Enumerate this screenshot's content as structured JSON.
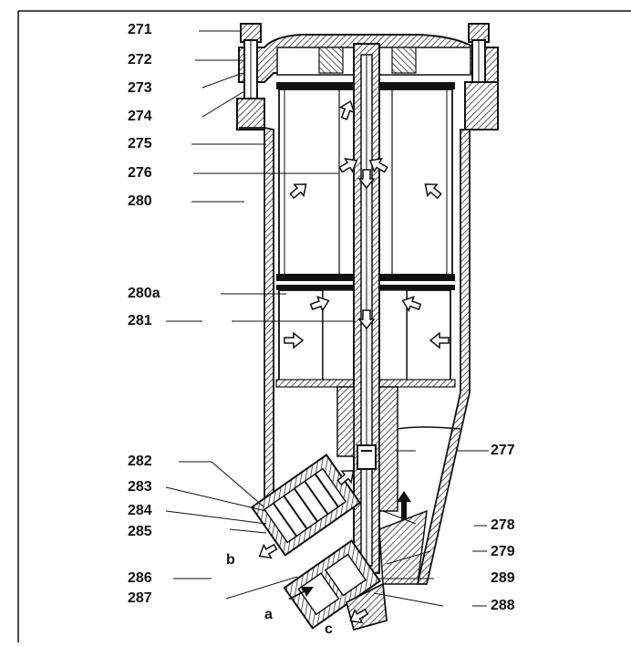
{
  "colors": {
    "ink": "#111111",
    "paper": "#ffffff",
    "hatch": "#333333"
  },
  "diagram": {
    "labels": [
      "271",
      "272",
      "273",
      "274",
      "275",
      "276",
      "280",
      "280a",
      "281",
      "282",
      "283",
      "284",
      "285",
      "286",
      "287",
      "277",
      "278",
      "279",
      "289",
      "288"
    ],
    "flow_letters": [
      "a",
      "b",
      "c"
    ]
  }
}
